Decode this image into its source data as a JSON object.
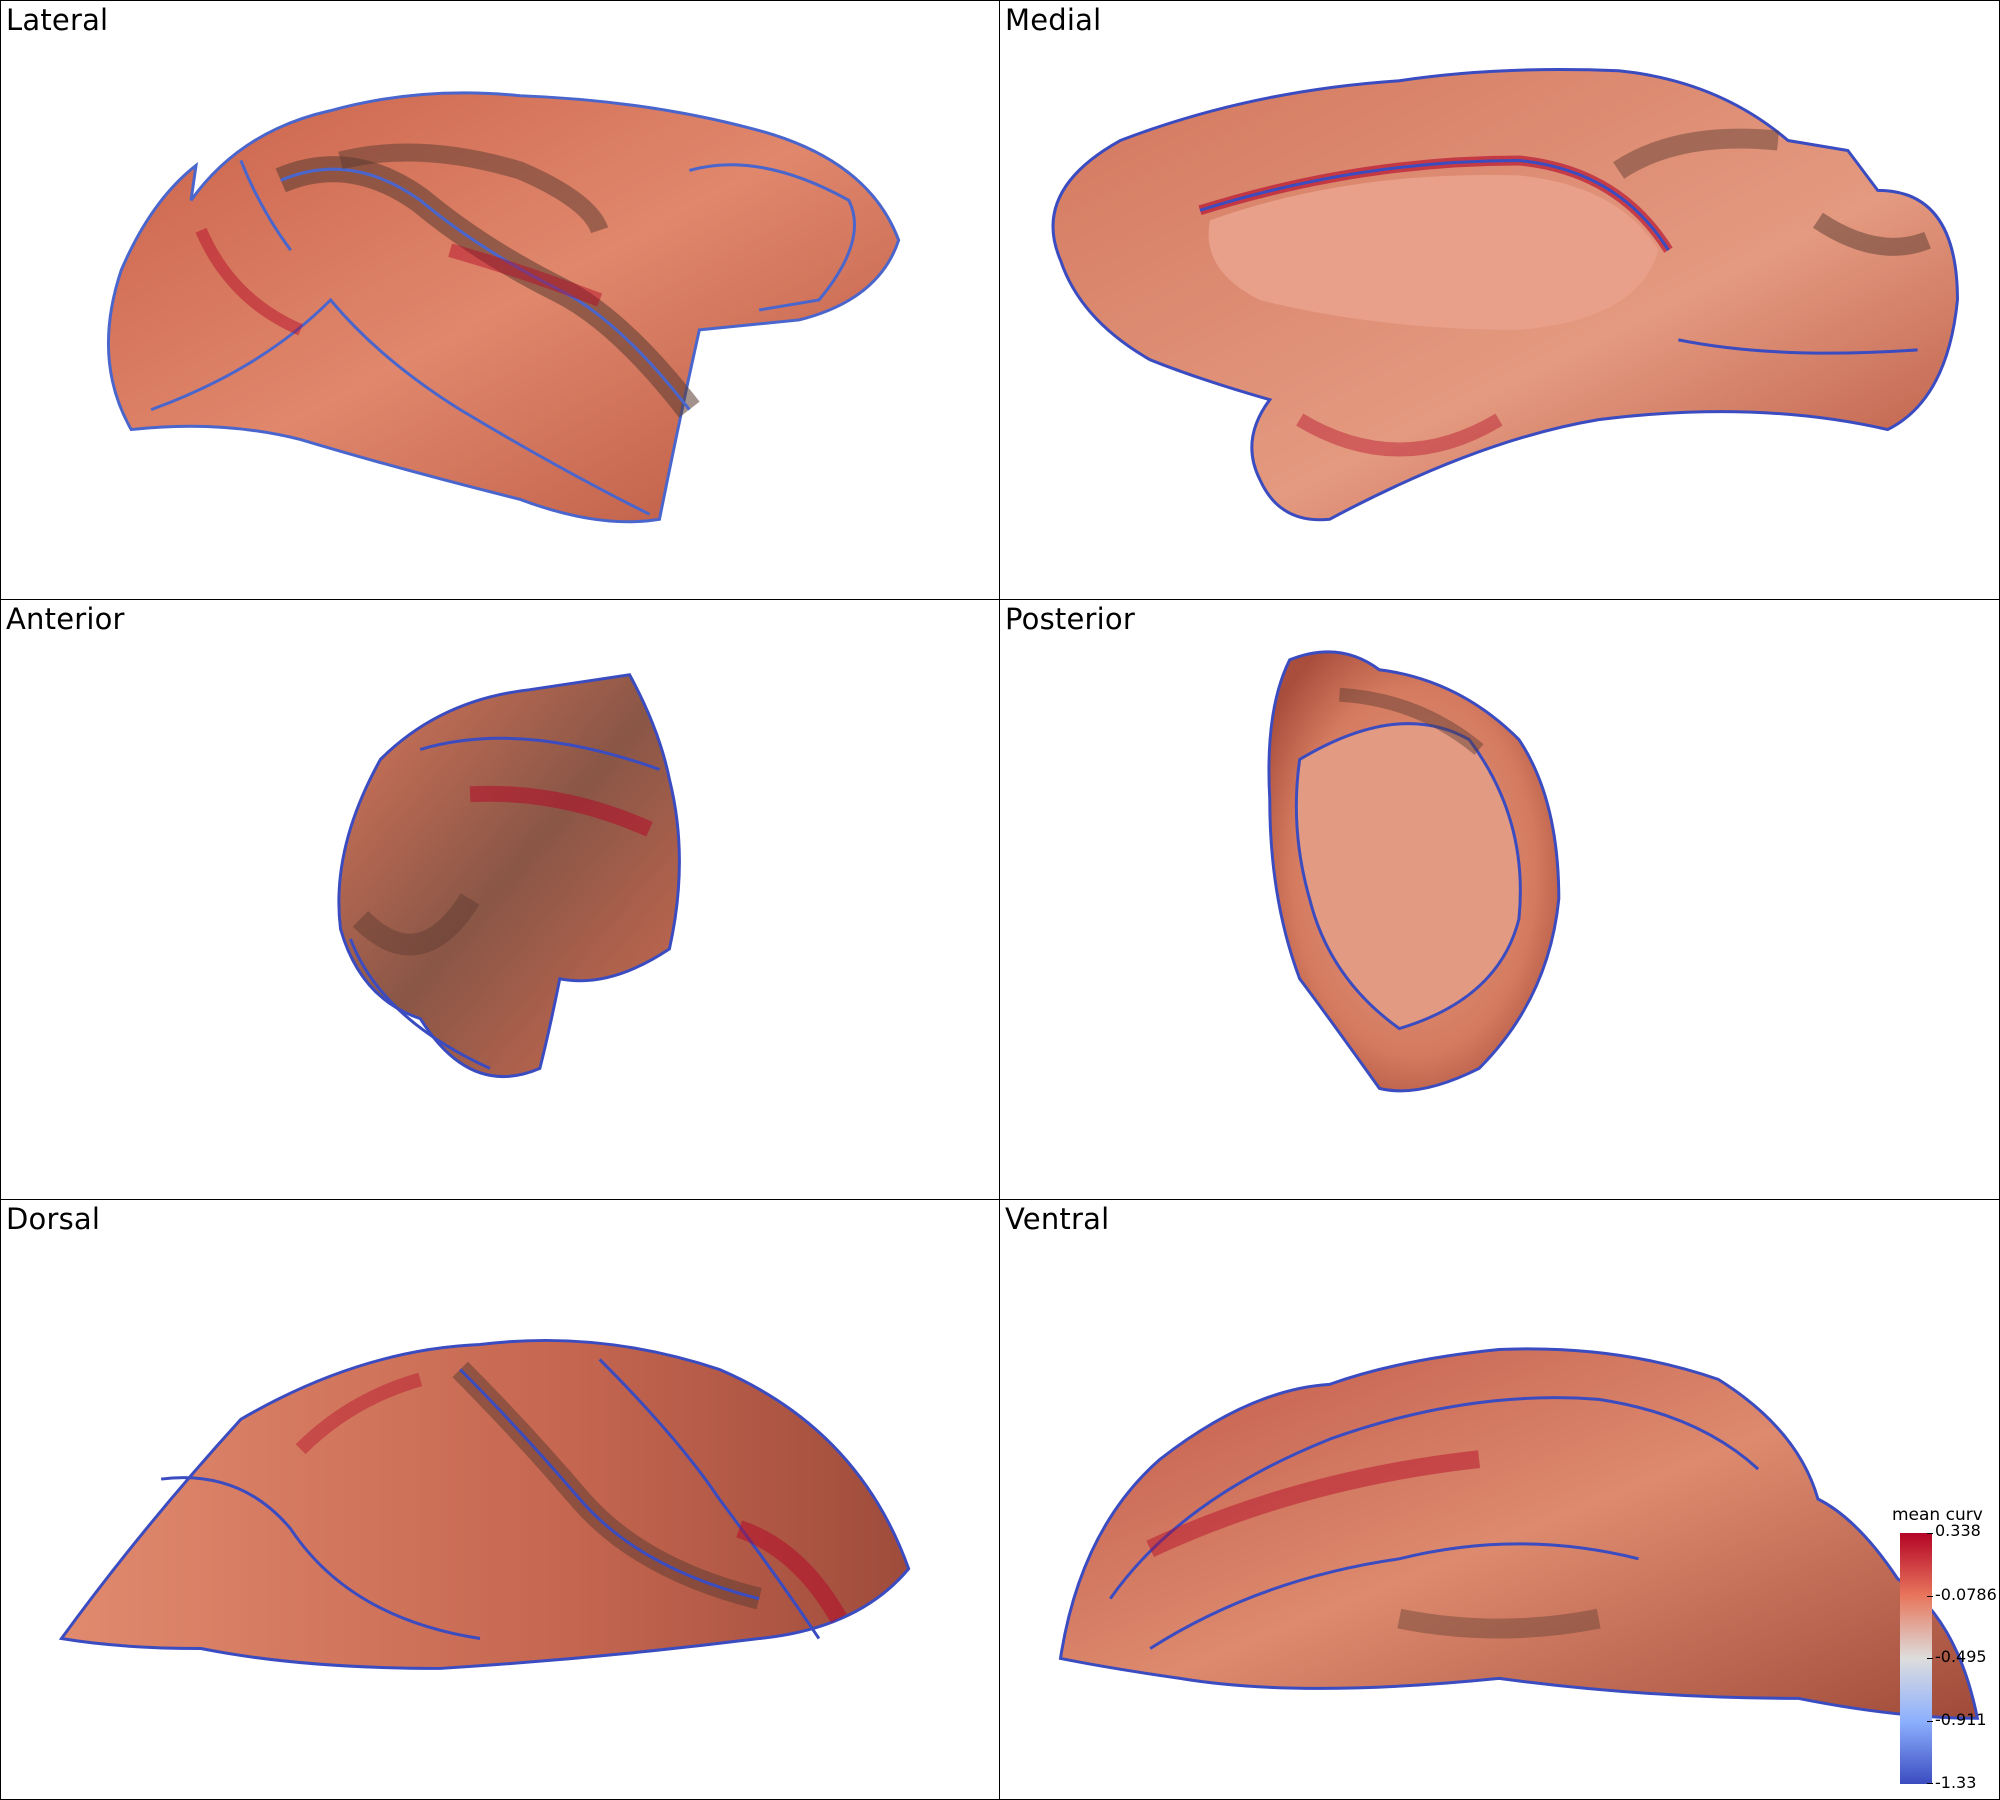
{
  "views": {
    "lateral": "Lateral",
    "medial": "Medial",
    "anterior": "Anterior",
    "posterior": "Posterior",
    "dorsal": "Dorsal",
    "ventral": "Ventral"
  },
  "colorbar": {
    "title": "mean curv",
    "max": "0.338",
    "t1": "-0.0786",
    "mid": "-0.495",
    "t3": "-0.911",
    "min": "-1.33",
    "colors": {
      "high": "#b40426",
      "mid": "#dddddd",
      "low": "#3b4cc0",
      "surface": "#d97359",
      "sulcus": "#5a3a30"
    }
  }
}
